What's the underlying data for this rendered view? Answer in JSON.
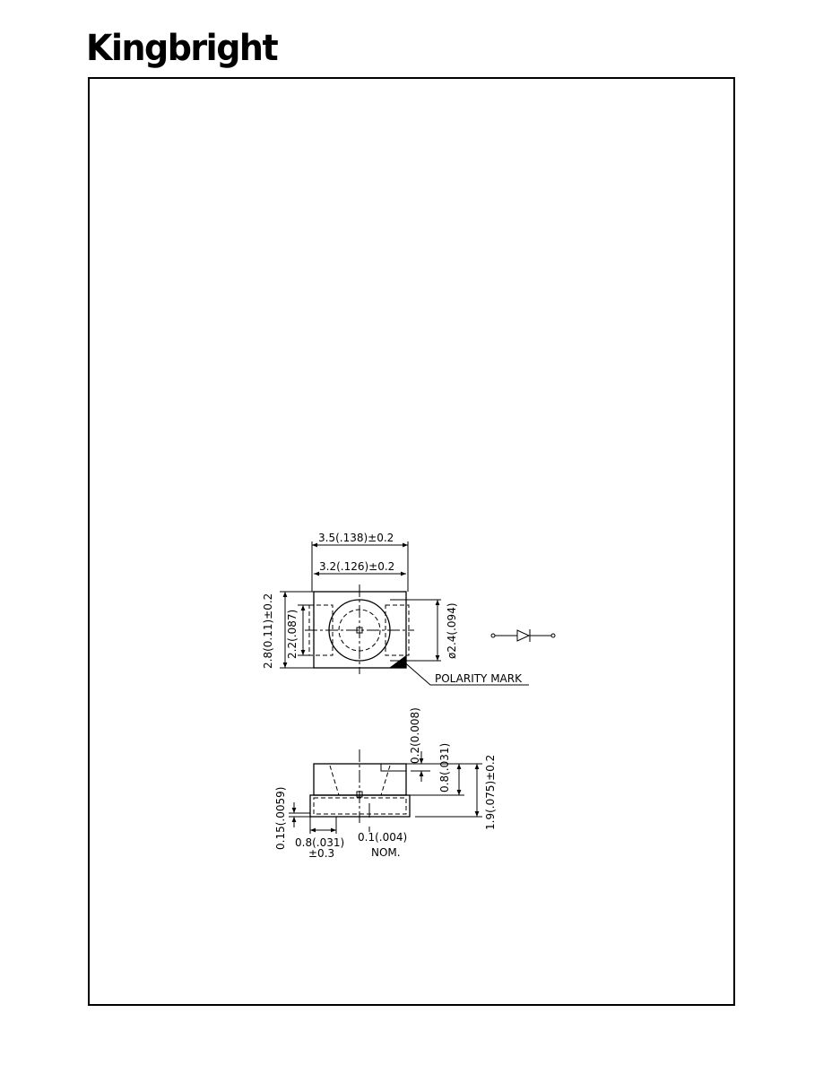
{
  "header": {
    "logo_text": "Kingbright"
  },
  "top_view": {
    "overall_width": "3.5(.138)±0.2",
    "body_width": "3.2(.126)±0.2",
    "overall_height": "2.8(0.11)±0.2",
    "pad_height": "2.2(.087)",
    "lens_diameter": "ø2.4(.094)",
    "polarity_label": "POLARITY  MARK"
  },
  "side_view": {
    "lens_gap": "0.2(0.008)",
    "top_height": "0.8(.031)",
    "total_height": "1.9(.075)±0.2",
    "terminal_thickness": "0.15(.0059)",
    "terminal_length_value": "0.8(.031)",
    "terminal_length_tol": "±0.3",
    "chip_offset_value": "0.1(.004)",
    "chip_offset_note": "NOM."
  },
  "symbol": {
    "icon": "diode-symbol-icon"
  }
}
